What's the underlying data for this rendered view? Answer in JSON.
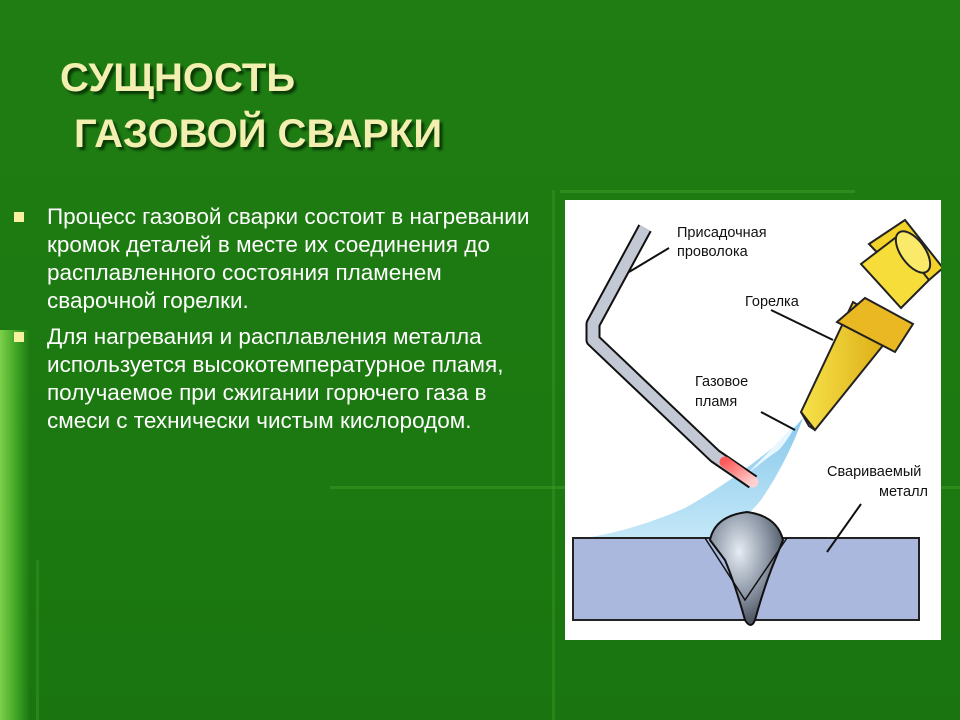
{
  "title": {
    "line1": "СУЩНОСТЬ",
    "line2": "ГАЗОВОЙ СВАРКИ"
  },
  "bullets": [
    {
      "text": "Процесс газовой сварки состоит в нагревании кромок деталей в месте их соединения до расплавленного состояния пламенем сварочной горелки."
    },
    {
      "text": "Для нагревания и расплавления металла используется высокотемпературное пламя, получаемое при сжигании горючего газа в смеси с технически чистым кислородом."
    }
  ],
  "figure": {
    "labels": {
      "filler_wire": [
        "Присадочная",
        "проволока"
      ],
      "torch": "Горелка",
      "gas_flame": [
        "Газовое",
        "пламя"
      ],
      "base_metal": [
        "Свариваемый",
        "металл"
      ]
    }
  },
  "colors": {
    "background": "#1e7a12",
    "title": "#f2efb0",
    "text": "#ffffff",
    "torch": "#f5d21c",
    "flame": "#9fd4ef",
    "metal": "#a9b8dc"
  }
}
